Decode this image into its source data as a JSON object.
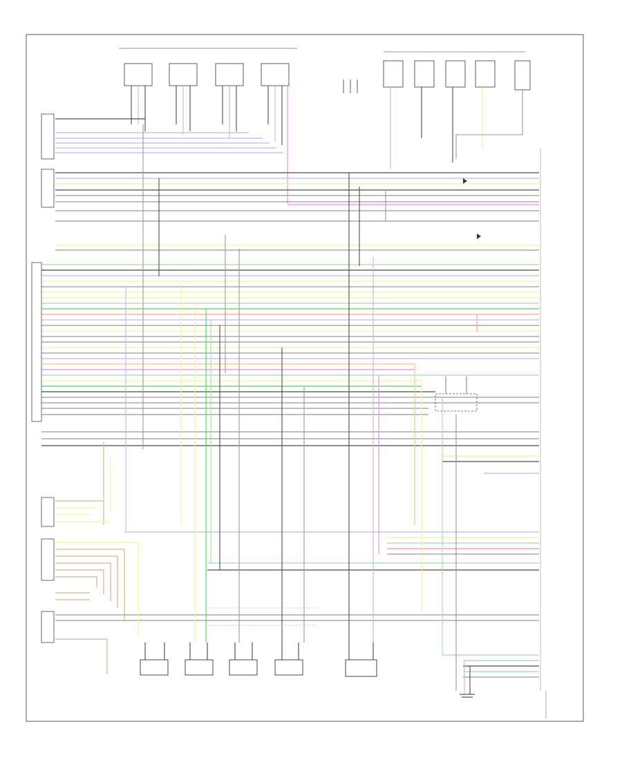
{
  "diagram": {
    "footer_code": "",
    "frame_note": "",
    "components": [
      {
        "id": "comp_a",
        "label": ""
      },
      {
        "id": "comp_b",
        "label": ""
      },
      {
        "id": "comp_c",
        "label": ""
      },
      {
        "id": "comp_d",
        "label": ""
      },
      {
        "id": "comp_e",
        "label": ""
      }
    ],
    "left_connectors": [
      {
        "id": "lc1",
        "pins": [
          "",
          "",
          "",
          "",
          ""
        ]
      },
      {
        "id": "lc2",
        "pins": [
          "",
          "",
          "",
          ""
        ]
      },
      {
        "id": "lc3",
        "pins": [
          "",
          ""
        ]
      }
    ],
    "wires": [
      {
        "color": "#f2f29a"
      },
      {
        "color": "#b8b8ff"
      },
      {
        "color": "#9be49b"
      },
      {
        "color": "#ff9d9d"
      },
      {
        "color": "#ffc27a"
      },
      {
        "color": "#e98be9"
      },
      {
        "color": "#999999"
      },
      {
        "color": "#4a4a4a"
      },
      {
        "color": "#d8b28a"
      },
      {
        "color": "#59d159"
      }
    ]
  }
}
